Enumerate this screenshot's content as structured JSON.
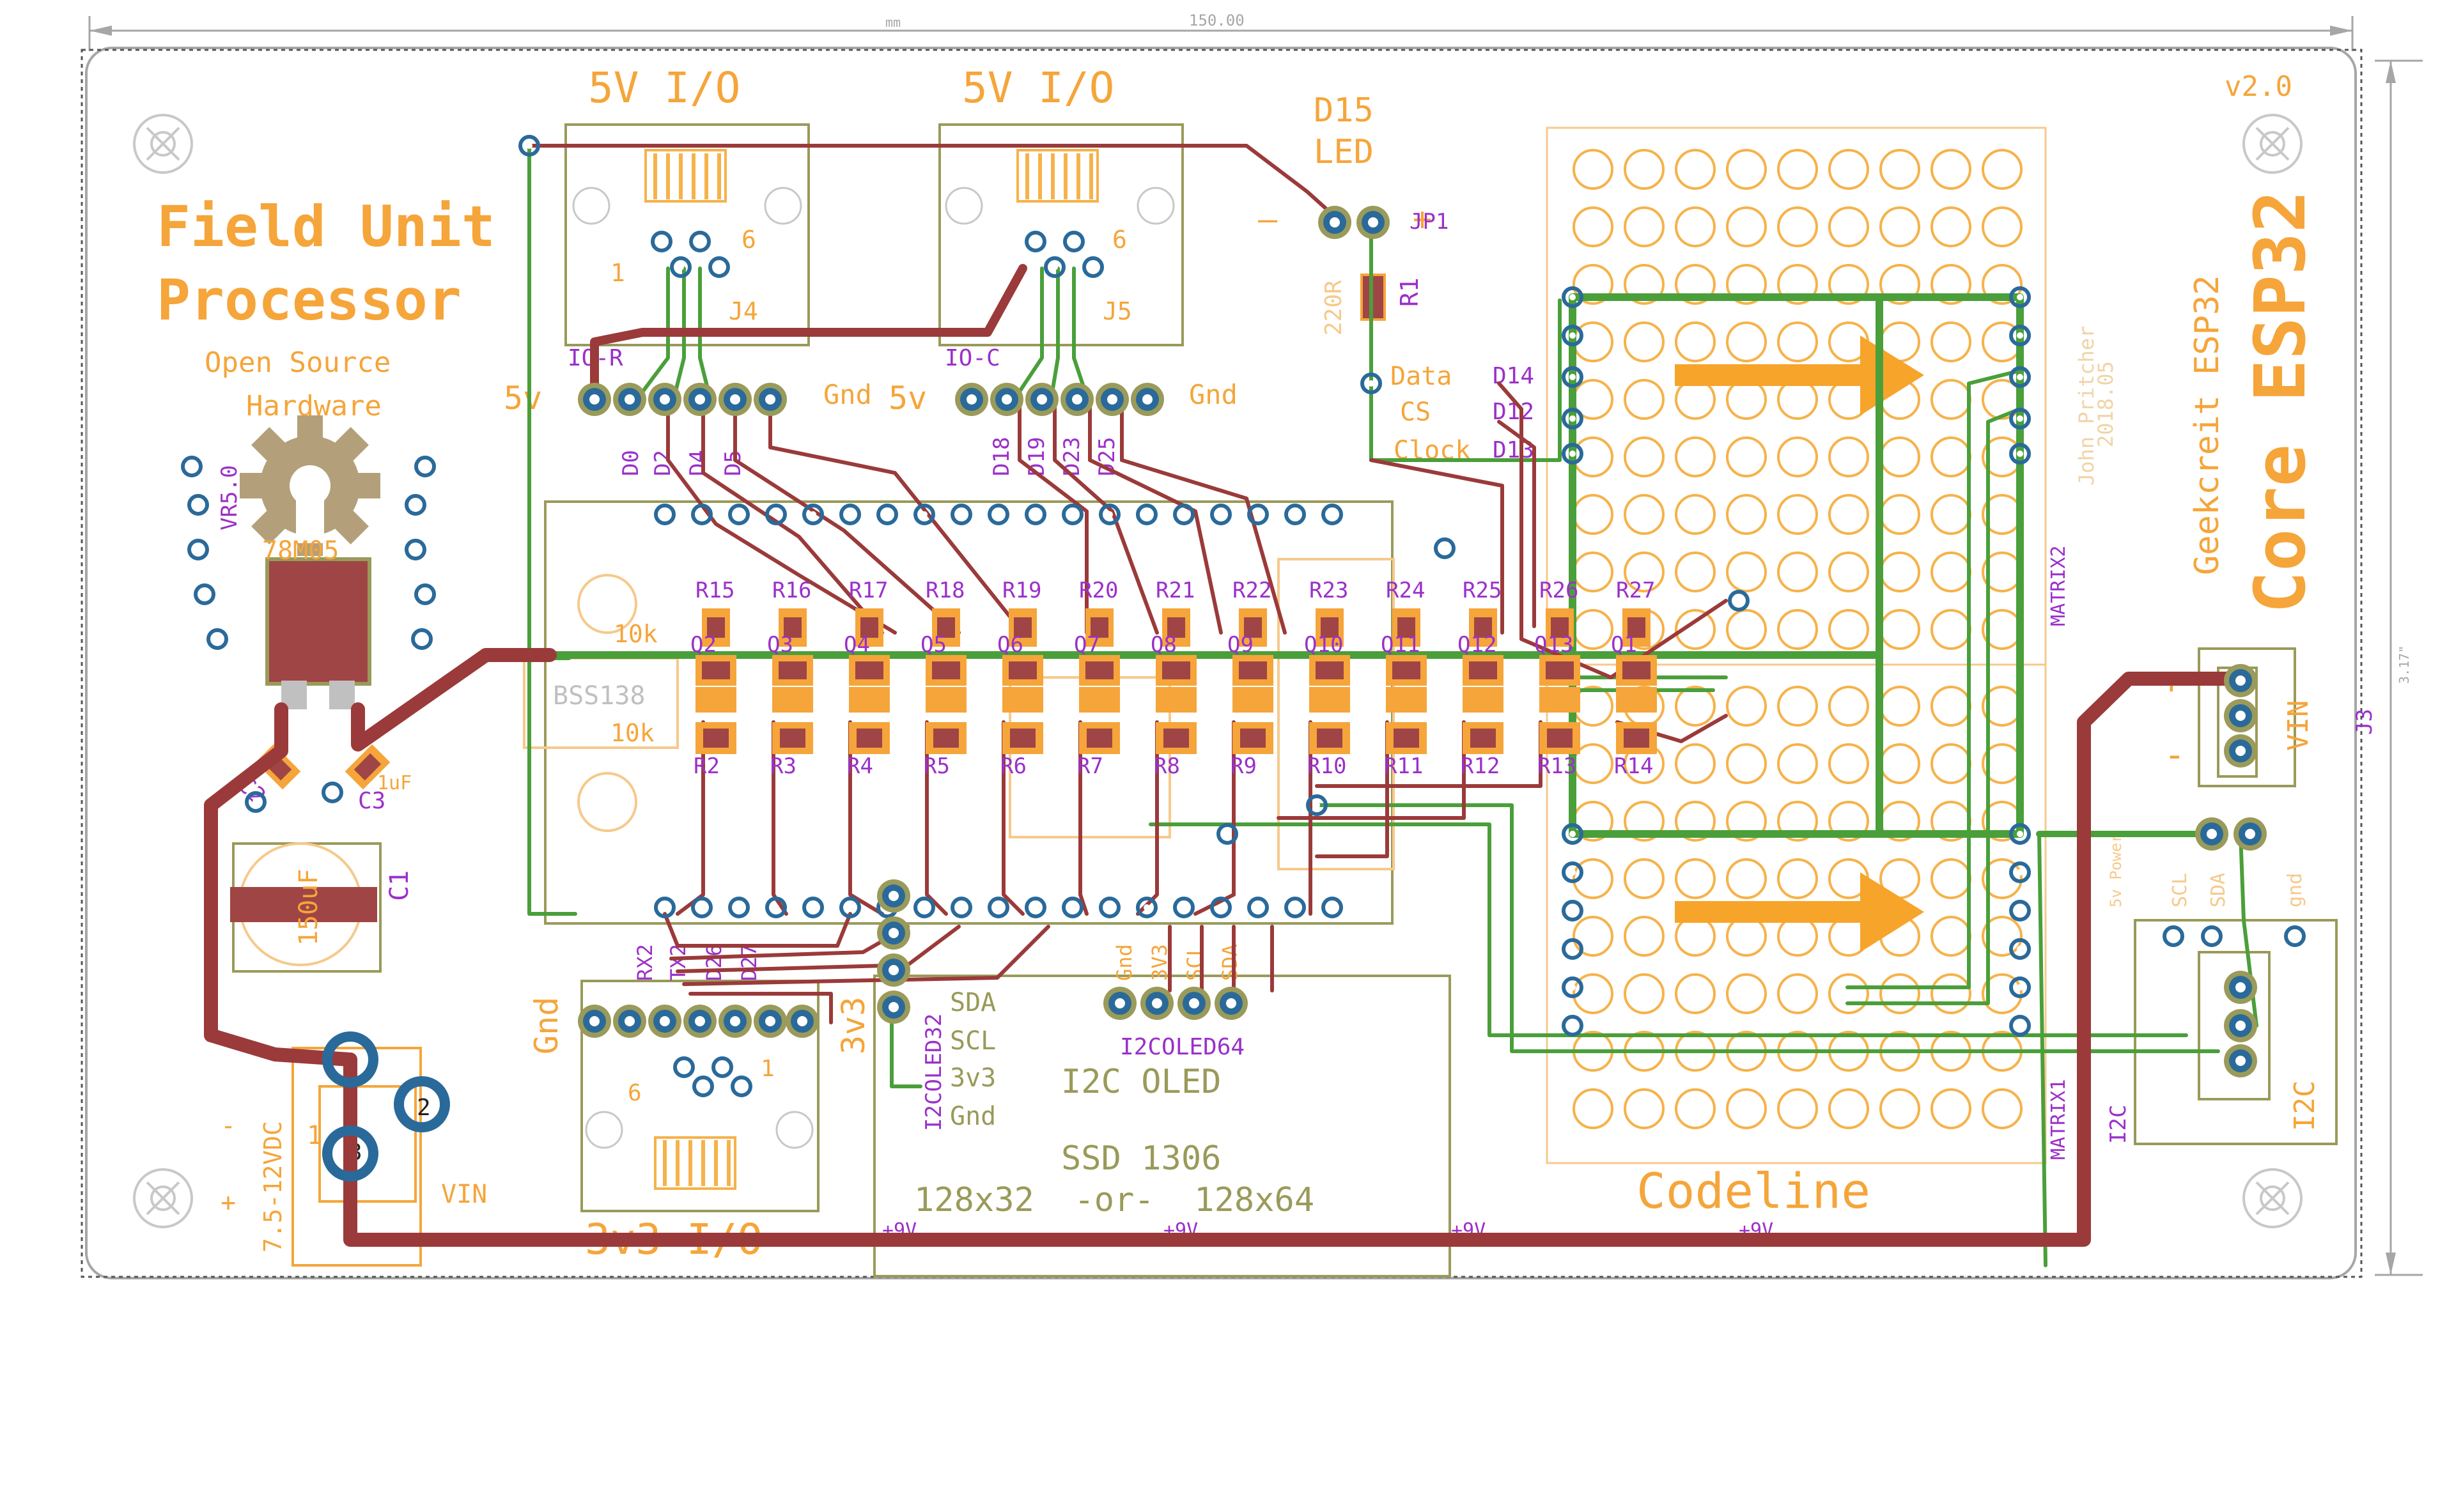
{
  "dimension": {
    "top_unit": "mm",
    "top_value": "150.00",
    "right_value": "3.17\""
  },
  "board": {
    "title_line1": "Field Unit",
    "title_line2": "Processor",
    "osh_line1": "Open Source",
    "osh_line2": "Hardware",
    "version": "v2.0",
    "core": "Core ESP32",
    "geekcreit": "Geekcreit ESP32",
    "author": "John Pritcher",
    "date": "2018.05",
    "codeline": "Codeline"
  },
  "jacks": {
    "j4_header": "5V I/O",
    "j5_header": "5V I/O",
    "j4": "J4",
    "j5": "J5",
    "j4_top_label": "IO-R",
    "j5_top_label": "IO-C",
    "bottom_header": "3v3 I/O",
    "pin1": "1",
    "pin6": "6",
    "five_v": "5v",
    "gnd": "Gnd",
    "j4_pins": [
      "D0",
      "D2",
      "D4",
      "D5"
    ],
    "j5_pins": [
      "D18",
      "D19",
      "D23",
      "D25"
    ],
    "bottom_pins": [
      "RX2",
      "TX2",
      "D26",
      "D27"
    ],
    "bottom_gnd": "Gnd",
    "bottom_3v3": "3v3"
  },
  "led": {
    "title_line1": "D15",
    "title_line2": "LED",
    "jp": "JP1",
    "resistor": "R1",
    "value": "220R",
    "minus": "—",
    "plus": "+"
  },
  "matrix_labels": [
    "Data",
    "CS",
    "Clock"
  ],
  "matrix_pins": [
    "D14",
    "D12",
    "D13"
  ],
  "matrix_names": [
    "MATRIX1",
    "MATRIX2"
  ],
  "resistors_top": [
    "R15",
    "R16",
    "R17",
    "R18",
    "R19",
    "R20",
    "R21",
    "R22",
    "R23",
    "R24",
    "R25",
    "R26",
    "R27"
  ],
  "resistors_bottom": [
    "R2",
    "R3",
    "R4",
    "R5",
    "R6",
    "R7",
    "R8",
    "R9",
    "R10",
    "R11",
    "R12",
    "R13",
    "R14"
  ],
  "transistors": [
    "Q2",
    "Q3",
    "Q4",
    "Q5",
    "Q6",
    "Q7",
    "Q8",
    "Q9",
    "Q10",
    "Q11",
    "Q12",
    "Q13",
    "Q1"
  ],
  "level_shifter": {
    "part": "BSS138",
    "value1": "10k",
    "value2": "10k"
  },
  "regulator": {
    "name": "VR5.0",
    "part": "78M05",
    "c1": "C1",
    "c1_value": "150uF",
    "c2": "C2",
    "c3": "C3",
    "c_value": "1uF"
  },
  "power": {
    "vin": "VIN",
    "vin_range": "7.5-12VDC",
    "pin1": "1",
    "pin2": "2",
    "pin3": "3",
    "j3": "J3",
    "plus": "+",
    "minus": "-",
    "plus9v": "+9V"
  },
  "oled": {
    "title": "I2C OLED",
    "part": "SSD 1306",
    "sizes": "128x32  -or-  128x64",
    "pins": [
      "SDA",
      "SCL",
      "3v3",
      "Gnd"
    ],
    "header32": "I2COLED32",
    "header64": "I2COLED64",
    "pins64": [
      "Gnd",
      "3V3",
      "SCL",
      "SDA"
    ]
  },
  "i2c": {
    "label": "I2C",
    "pins": [
      "SCL",
      "SDA",
      "gnd"
    ],
    "name": "I2C",
    "power": "5v Power",
    "small_pins": [
      "5V",
      "gnd"
    ]
  }
}
